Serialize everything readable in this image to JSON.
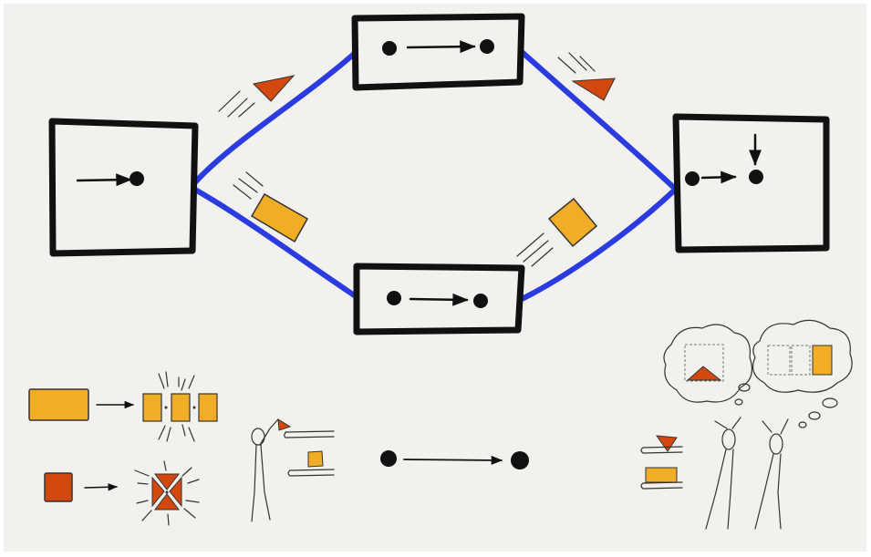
{
  "colors": {
    "background": "#f2f1ee",
    "ink": "#111111",
    "edge": "#2a3be0",
    "orange": "#d1490f",
    "yellow": "#f0ad25",
    "pencil": "#444444"
  },
  "diagram": {
    "nodes": [
      {
        "id": "left-box",
        "shape": "square",
        "content": "arrow-into-dot"
      },
      {
        "id": "top-box",
        "shape": "wide-rect",
        "content": "dot-arrow-dot"
      },
      {
        "id": "bottom-box",
        "shape": "wide-rect",
        "content": "dot-arrow-dot"
      },
      {
        "id": "right-box",
        "shape": "square",
        "content": "arrows-converging-on-dot"
      }
    ],
    "edges": [
      {
        "from": "left-box",
        "to": "top-box",
        "payload": "orange-triangle"
      },
      {
        "from": "top-box",
        "to": "right-box",
        "payload": "orange-triangle"
      },
      {
        "from": "left-box",
        "to": "bottom-box",
        "payload": "yellow-rectangle"
      },
      {
        "from": "bottom-box",
        "to": "right-box",
        "payload": "yellow-rectangle"
      }
    ],
    "legend_icons": [
      "yellow-rectangle-split-into-pieces-icon",
      "orange-square-split-into-triangles-icon",
      "person-placing-pieces-icon",
      "dot-arrow-dot-icon",
      "two-people-imagining-pieces-icon"
    ]
  }
}
